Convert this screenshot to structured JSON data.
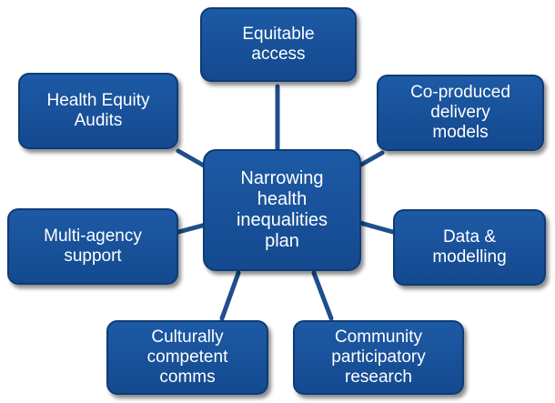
{
  "diagram": {
    "center": {
      "label": "Narrowing\nhealth\ninequalities\nplan"
    },
    "nodes": [
      {
        "id": "equitable-access",
        "label": "Equitable\naccess"
      },
      {
        "id": "health-equity-audits",
        "label": "Health Equity\nAudits"
      },
      {
        "id": "co-produced-delivery-models",
        "label": "Co-produced\ndelivery\nmodels"
      },
      {
        "id": "multi-agency-support",
        "label": "Multi-agency\nsupport"
      },
      {
        "id": "data-modelling",
        "label": "Data &\nmodelling"
      },
      {
        "id": "culturally-competent-comms",
        "label": "Culturally\ncompetent\ncomms"
      },
      {
        "id": "community-participatory-research",
        "label": "Community\nparticipatory\nresearch"
      }
    ],
    "colors": {
      "node_fill": "#1a53a0",
      "node_border": "#0f3b76",
      "connector": "#1f4e8c",
      "text": "#ffffff",
      "background": "#ffffff"
    }
  }
}
